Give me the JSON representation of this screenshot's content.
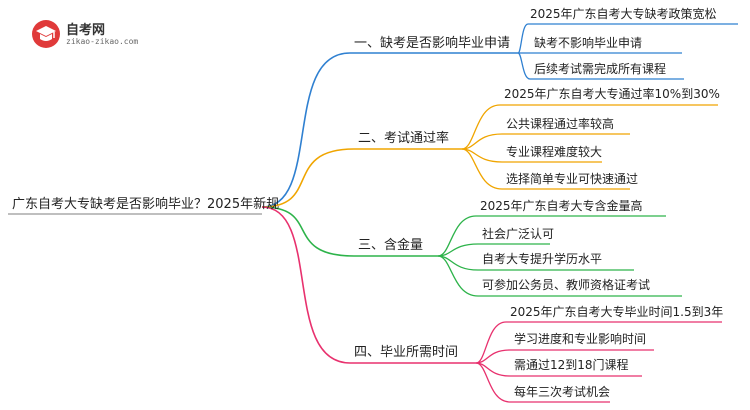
{
  "logo": {
    "title": "自考网",
    "url": "zikao-zikao.com",
    "icon": "graduation-cap-icon"
  },
  "root": {
    "label": "广东自考大专缺考是否影响毕业？2025年新规"
  },
  "branches": [
    {
      "label": "一、缺考是否影响毕业申请",
      "color": "#2f80d1",
      "leaves": [
        "2025年广东自考大专缺考政策宽松",
        "缺考不影响毕业申请",
        "后续考试需完成所有课程"
      ]
    },
    {
      "label": "二、考试通过率",
      "color": "#f0a500",
      "leaves": [
        "2025年广东自考大专通过率10%到30%",
        "公共课程通过率较高",
        "专业课程难度较大",
        "选择简单专业可快速通过"
      ]
    },
    {
      "label": "三、含金量",
      "color": "#2db34a",
      "leaves": [
        "2025年广东自考大专含金量高",
        "社会广泛认可",
        "自考大专提升学历水平",
        "可参加公务员、教师资格证考试"
      ]
    },
    {
      "label": "四、毕业所需时间",
      "color": "#e8316e",
      "leaves": [
        "2025年广东自考大专毕业时间1.5到3年",
        "学习进度和专业影响时间",
        "需通过12到18门课程",
        "每年三次考试机会"
      ]
    }
  ]
}
